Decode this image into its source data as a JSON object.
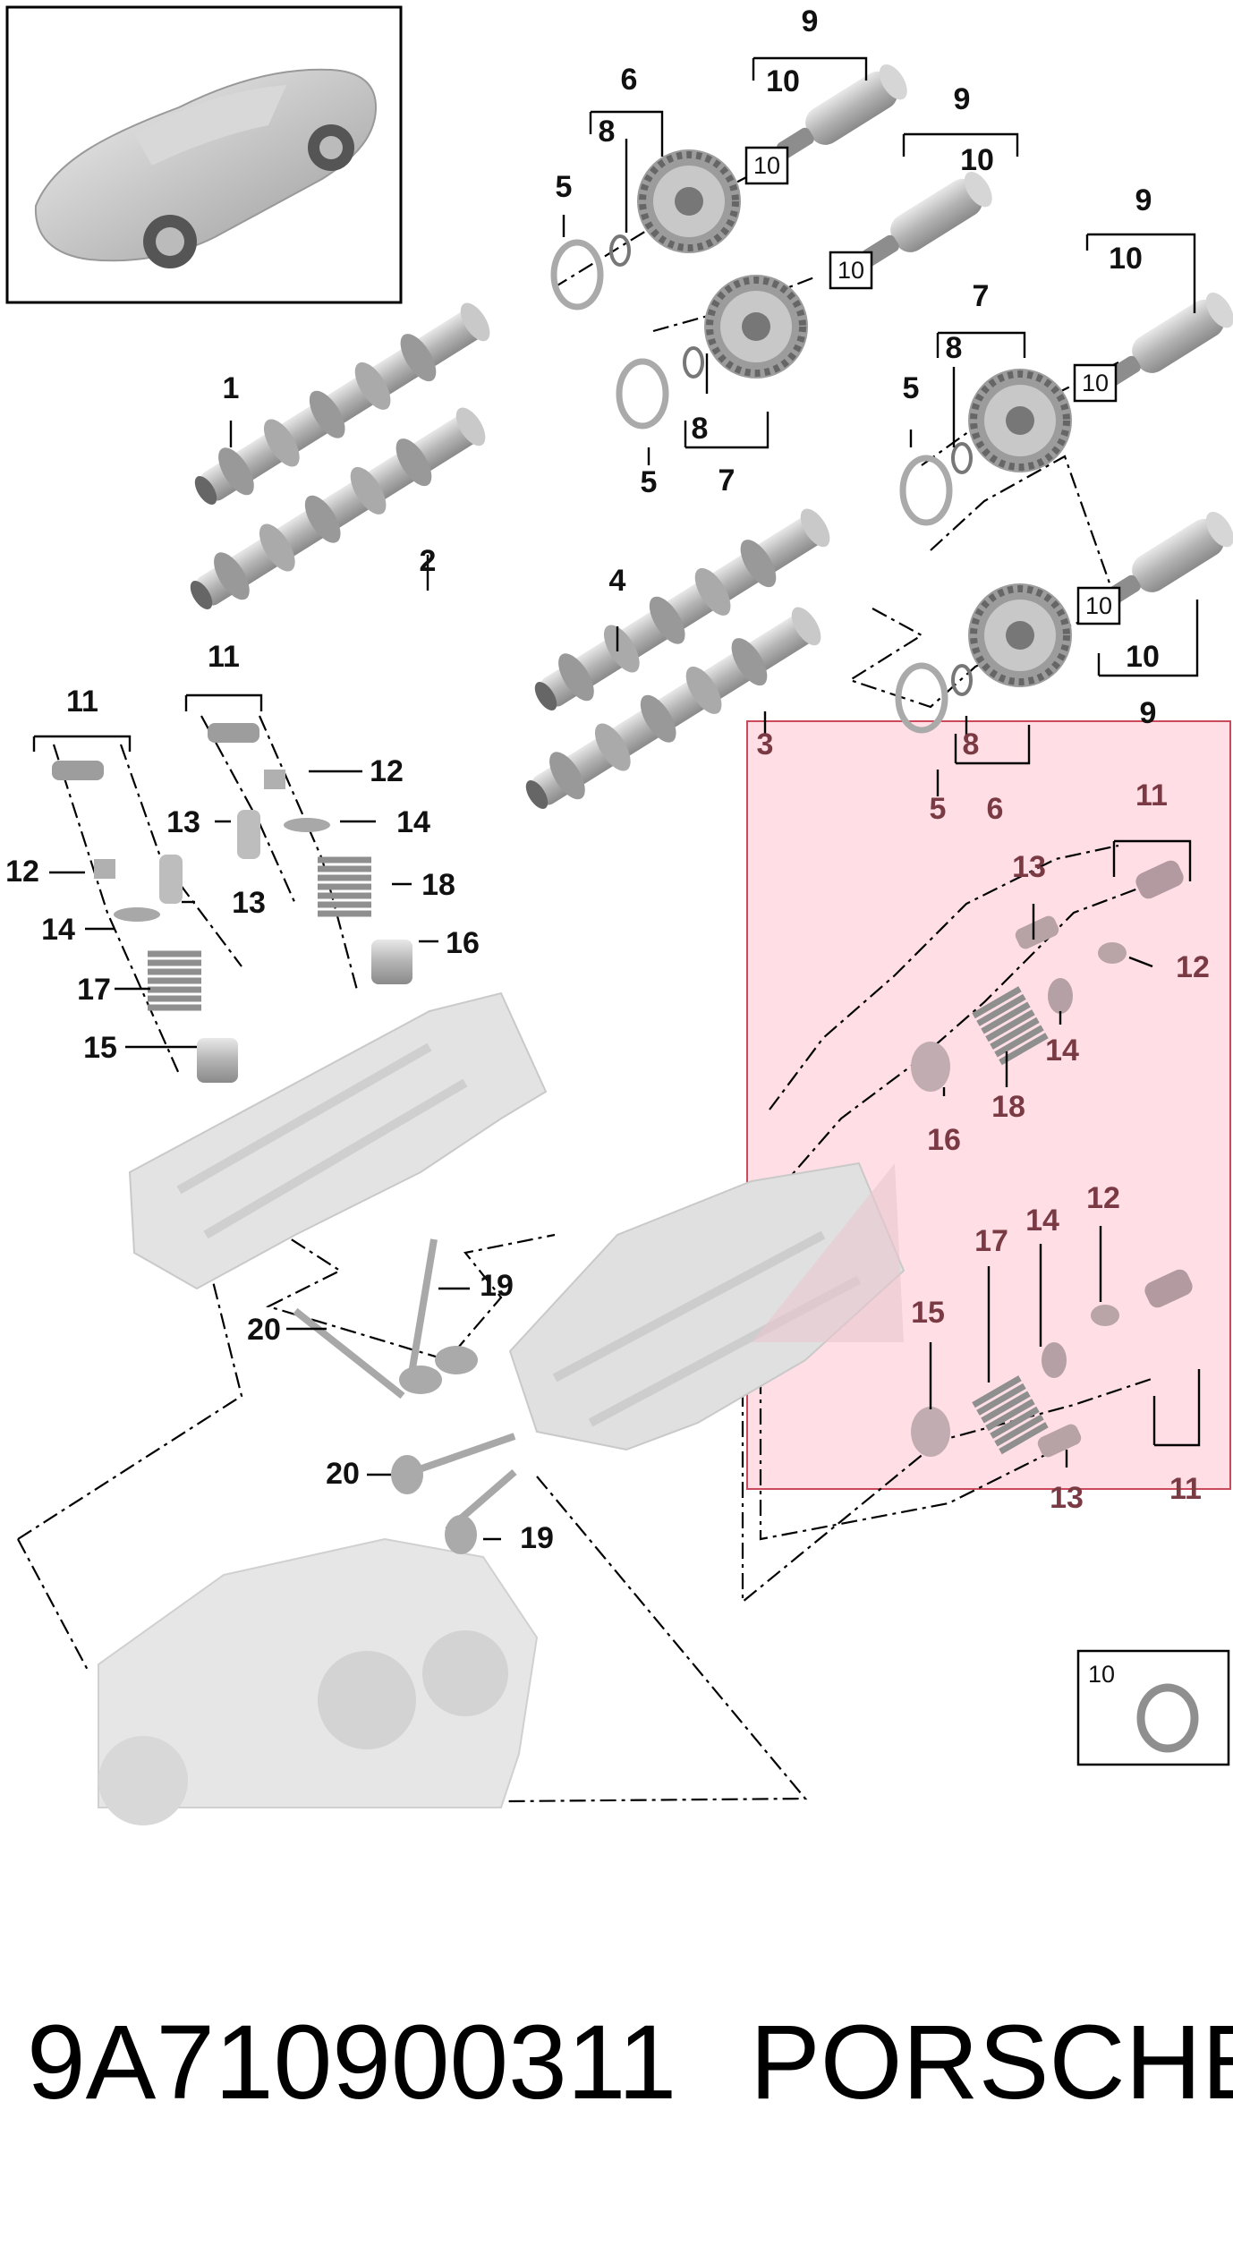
{
  "diagram": {
    "callouts": {
      "c1": "1",
      "c2": "2",
      "c3": "3",
      "c4": "4",
      "c5a": "5",
      "c5b": "5",
      "c5c": "5",
      "c5d": "5",
      "c6a": "6",
      "c6b": "6",
      "c7a": "7",
      "c7b": "7",
      "c8a": "8",
      "c8b": "8",
      "c8c": "8",
      "c8d": "8",
      "c9a": "9",
      "c9b": "9",
      "c9c": "9",
      "c9d": "9",
      "c10a": "10",
      "c10b": "10",
      "c10c": "10",
      "c10d": "10",
      "c11a": "11",
      "c11b": "11",
      "c11c": "11",
      "c11d": "11",
      "c12a": "12",
      "c12b": "12",
      "c12c": "12",
      "c12d": "12",
      "c13a": "13",
      "c13b": "13",
      "c13c": "13",
      "c13d": "13",
      "c14a": "14",
      "c14b": "14",
      "c14c": "14",
      "c14d": "14",
      "c15a": "15",
      "c15b": "15",
      "c16a": "16",
      "c16b": "16",
      "c17a": "17",
      "c17b": "17",
      "c18a": "18",
      "c18b": "18",
      "c19a": "19",
      "c19b": "19",
      "c20a": "20",
      "c20b": "20"
    },
    "boxed_refs": {
      "b1": "10",
      "b2": "10",
      "b3": "10",
      "b4": "10"
    },
    "legend": {
      "label": "10"
    }
  },
  "footer": {
    "part_number": "9A710900311",
    "brand": "PORSCHE"
  },
  "colors": {
    "highlight_fill": "#ffdfe5",
    "highlight_border": "#c94a5a",
    "part_gray": "#b8b8b8"
  }
}
